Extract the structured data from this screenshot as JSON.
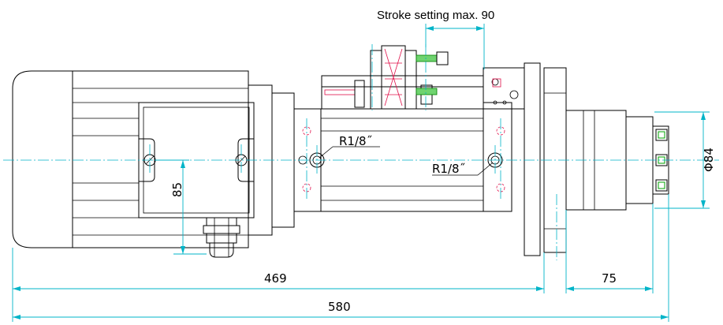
{
  "title": "Stroke setting max. 90",
  "labels": {
    "thread_left": "R1/8˝",
    "thread_right": "R1/8˝"
  },
  "dimensions": {
    "overall_length": "580",
    "motor_to_flange": "469",
    "tool_projection": "75",
    "height": "85",
    "diameter": "Φ84"
  },
  "colors": {
    "outline": "#000000",
    "dimension": "#00b4c8",
    "highlight": "#e0104a",
    "bolt": "#00a000"
  }
}
